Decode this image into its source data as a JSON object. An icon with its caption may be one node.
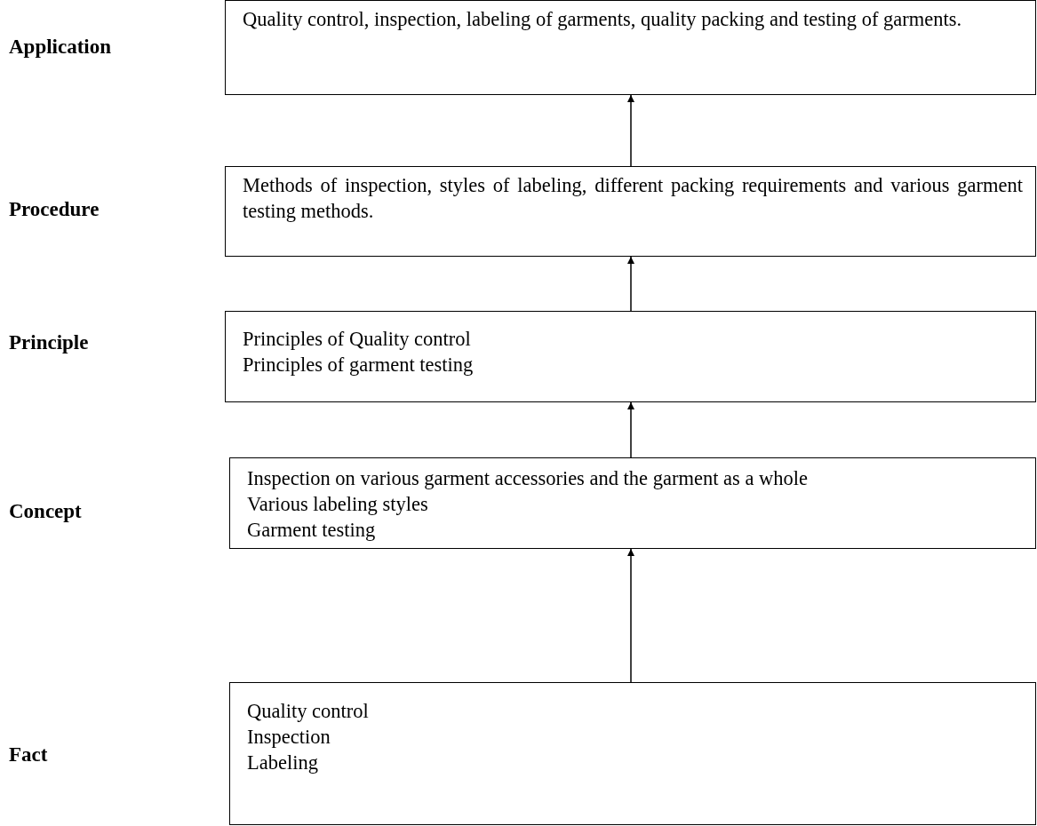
{
  "diagram": {
    "nodes": [
      {
        "text": [
          "Quality control, inspection, labeling of garments, quality packing and testing of garments."
        ]
      },
      {
        "text": [
          "Methods of inspection, styles of labeling, different packing requirements and various garment testing methods."
        ]
      },
      {
        "text": [
          "Principles of Quality control",
          "Principles of garment testing"
        ]
      },
      {
        "text": [
          "Inspection on various garment accessories and the garment as a whole",
          "Various labeling styles",
          "Garment testing"
        ]
      },
      {
        "text": [
          "Quality control",
          "Inspection",
          "Labeling"
        ]
      }
    ],
    "edges": [
      {
        "from": 4,
        "to": 3,
        "arrow": "to"
      },
      {
        "from": 3,
        "to": 2,
        "arrow": "to"
      },
      {
        "from": 2,
        "to": 1,
        "arrow": "to"
      },
      {
        "from": 1,
        "to": 0,
        "arrow": "to"
      }
    ],
    "labels": [
      "Application",
      "Procedure",
      "Principle",
      "Concept",
      "Fact"
    ]
  }
}
